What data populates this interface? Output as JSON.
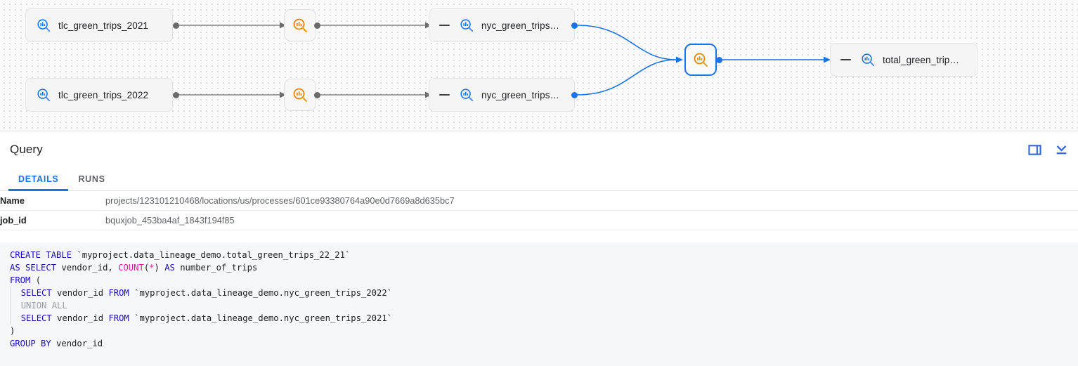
{
  "lineage": {
    "nodes": [
      {
        "id": "tlc_2021",
        "label": "tlc_green_trips_2021",
        "type": "table",
        "icon": "table-search-icon"
      },
      {
        "id": "tlc_2022",
        "label": "tlc_green_trips_2022",
        "type": "table",
        "icon": "table-search-icon"
      },
      {
        "id": "proc_top",
        "label": "",
        "type": "process",
        "icon": "process-search-icon"
      },
      {
        "id": "proc_bottom",
        "label": "",
        "type": "process",
        "icon": "process-search-icon"
      },
      {
        "id": "nyc_top",
        "label": "nyc_green_trips…",
        "type": "table",
        "icon": "table-search-icon"
      },
      {
        "id": "nyc_bottom",
        "label": "nyc_green_trips…",
        "type": "table",
        "icon": "table-search-icon"
      },
      {
        "id": "proc_join",
        "label": "",
        "type": "process",
        "icon": "process-search-icon",
        "selected": true
      },
      {
        "id": "total",
        "label": "total_green_trip…",
        "type": "table",
        "icon": "table-search-icon"
      }
    ],
    "colors": {
      "accent": "#1a73e8",
      "process": "#ea8600",
      "node_bg": "#f5f5f5",
      "canvas_bg": "#fafafa"
    }
  },
  "panel": {
    "title": "Query",
    "actions": [
      {
        "name": "split-pane-icon",
        "label": "Split pane"
      },
      {
        "name": "collapse-panel-icon",
        "label": "Collapse"
      }
    ],
    "tabs": [
      {
        "label": "DETAILS",
        "active": true
      },
      {
        "label": "RUNS",
        "active": false
      }
    ],
    "details": [
      {
        "key": "Name",
        "value": "projects/123101210468/locations/us/processes/601ce93380764a90e0d7669a8d635bc7"
      },
      {
        "key": "job_id",
        "value": "bquxjob_453ba4af_1843f194f85"
      }
    ],
    "sql": {
      "lines": [
        "CREATE TABLE `myproject.data_lineage_demo.total_green_trips_22_21`",
        "AS SELECT vendor_id, COUNT(*) AS number_of_trips",
        "FROM (",
        "  SELECT vendor_id FROM `myproject.data_lineage_demo.nyc_green_trips_2022`",
        "  UNION ALL",
        "  SELECT vendor_id FROM `myproject.data_lineage_demo.nyc_green_trips_2021`",
        ")",
        "GROUP BY vendor_id"
      ]
    }
  }
}
